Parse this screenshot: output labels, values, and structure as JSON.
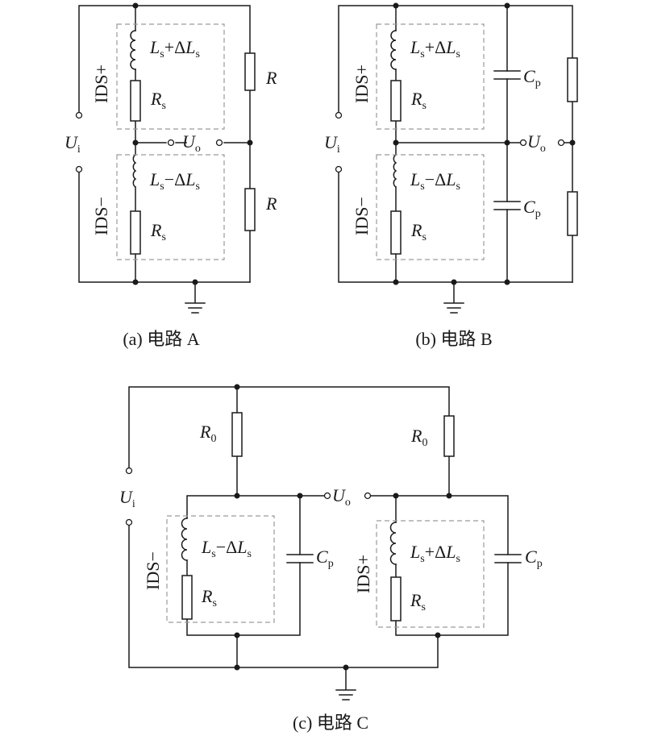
{
  "colors": {
    "ink": "#1a1a1a",
    "dashed_box": "#9a9a9a",
    "background": "#ffffff"
  },
  "circuits": [
    {
      "id": "a",
      "caption": "(a) 电路 A",
      "input": {
        "symbol": "U",
        "sub": "i"
      },
      "output": {
        "symbol": "U",
        "sub": "o"
      },
      "upper_sensor": {
        "tag": "IDS+",
        "inductor": {
          "sym": "L",
          "sub": "s",
          "op": "+",
          "delta": "Δ",
          "sym2": "L",
          "sub2": "s"
        },
        "resistor": {
          "sym": "R",
          "sub": "s"
        }
      },
      "lower_sensor": {
        "tag": "IDS−",
        "inductor": {
          "sym": "L",
          "sub": "s",
          "op": "−",
          "delta": "Δ",
          "sym2": "L",
          "sub2": "s"
        },
        "resistor": {
          "sym": "R",
          "sub": "s"
        }
      },
      "upper_ref": {
        "sym": "R"
      },
      "lower_ref": {
        "sym": "R"
      }
    },
    {
      "id": "b",
      "caption": "(b) 电路 B",
      "input": {
        "symbol": "U",
        "sub": "i"
      },
      "output": {
        "symbol": "U",
        "sub": "o"
      },
      "upper_sensor": {
        "tag": "IDS+",
        "inductor": {
          "sym": "L",
          "sub": "s",
          "op": "+",
          "delta": "Δ",
          "sym2": "L",
          "sub2": "s"
        },
        "resistor": {
          "sym": "R",
          "sub": "s"
        }
      },
      "lower_sensor": {
        "tag": "IDS−",
        "inductor": {
          "sym": "L",
          "sub": "s",
          "op": "−",
          "delta": "Δ",
          "sym2": "L",
          "sub2": "s"
        },
        "resistor": {
          "sym": "R",
          "sub": "s"
        }
      },
      "upper_cap": {
        "sym": "C",
        "sub": "p"
      },
      "lower_cap": {
        "sym": "C",
        "sub": "p"
      }
    },
    {
      "id": "c",
      "caption": "(c) 电路 C",
      "input": {
        "symbol": "U",
        "sub": "i"
      },
      "output": {
        "symbol": "U",
        "sub": "o"
      },
      "left_ref": {
        "sym": "R",
        "sub": "0"
      },
      "right_ref": {
        "sym": "R",
        "sub": "0"
      },
      "left_sensor": {
        "tag": "IDS−",
        "inductor": {
          "sym": "L",
          "sub": "s",
          "op": "−",
          "delta": "Δ",
          "sym2": "L",
          "sub2": "s"
        },
        "resistor": {
          "sym": "R",
          "sub": "s"
        }
      },
      "right_sensor": {
        "tag": "IDS+",
        "inductor": {
          "sym": "L",
          "sub": "s",
          "op": "+",
          "delta": "Δ",
          "sym2": "L",
          "sub2": "s"
        },
        "resistor": {
          "sym": "R",
          "sub": "s"
        }
      },
      "left_cap": {
        "sym": "C",
        "sub": "p"
      },
      "right_cap": {
        "sym": "C",
        "sub": "p"
      }
    }
  ]
}
